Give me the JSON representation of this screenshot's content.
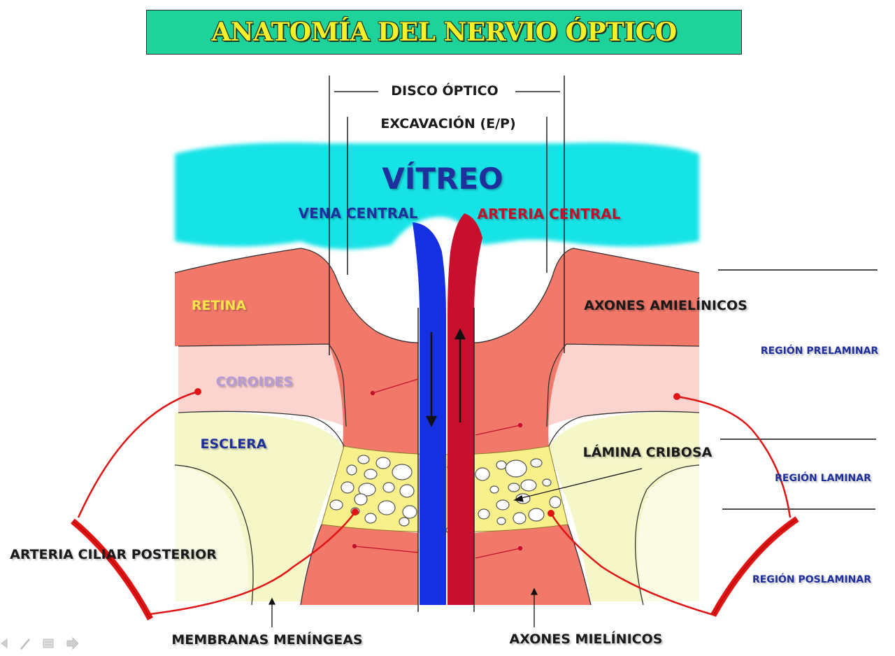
{
  "title": "ANATOMÍA DEL NERVIO ÓPTICO",
  "labels": {
    "disco_optico": "DISCO ÓPTICO",
    "excavacion": "EXCAVACIÓN (E/P)",
    "vitreo": "VÍTREO",
    "vena_central": "VENA CENTRAL",
    "arteria_central": "ARTERIA CENTRAL",
    "retina": "RETINA",
    "coroides": "COROIDES",
    "esclera": "ESCLERA",
    "axones_amielinicos": "AXONES AMIELÍNICOS",
    "lamina_cribosa": "LÁMINA CRIBOSA",
    "arteria_ciliar_posterior": "ARTERIA CILIAR POSTERIOR",
    "membranas_meningeas": "MEMBRANAS MENÍNGEAS",
    "axones_mielinicos": "AXONES MIELÍNICOS",
    "region_prelaminar": "REGIÓN PRELAMINAR",
    "region_laminar": "REGIÓN LAMINAR",
    "region_poslaminar": "REGIÓN POSLAMINAR"
  },
  "colors": {
    "title_bg": "#1ed39a",
    "title_text": "#f5ef2a",
    "vitreous": "#12e3e6",
    "retina": "#f2786a",
    "choroid": "#fbd3cf",
    "sclera": "#f5f7c9",
    "lamina": "#f8f08a",
    "vein": "#1530e0",
    "artery": "#c8102e",
    "ciliary_artery": "#e11414",
    "label_dark": "#1a1a1a",
    "label_blue": "#1f2f9c",
    "label_red": "#c0112b",
    "label_yellow": "#f5e44a",
    "label_lilac": "#b59ad8"
  },
  "icons": [
    "prev-slide-icon",
    "pen-icon",
    "menu-icon",
    "next-slide-icon"
  ]
}
